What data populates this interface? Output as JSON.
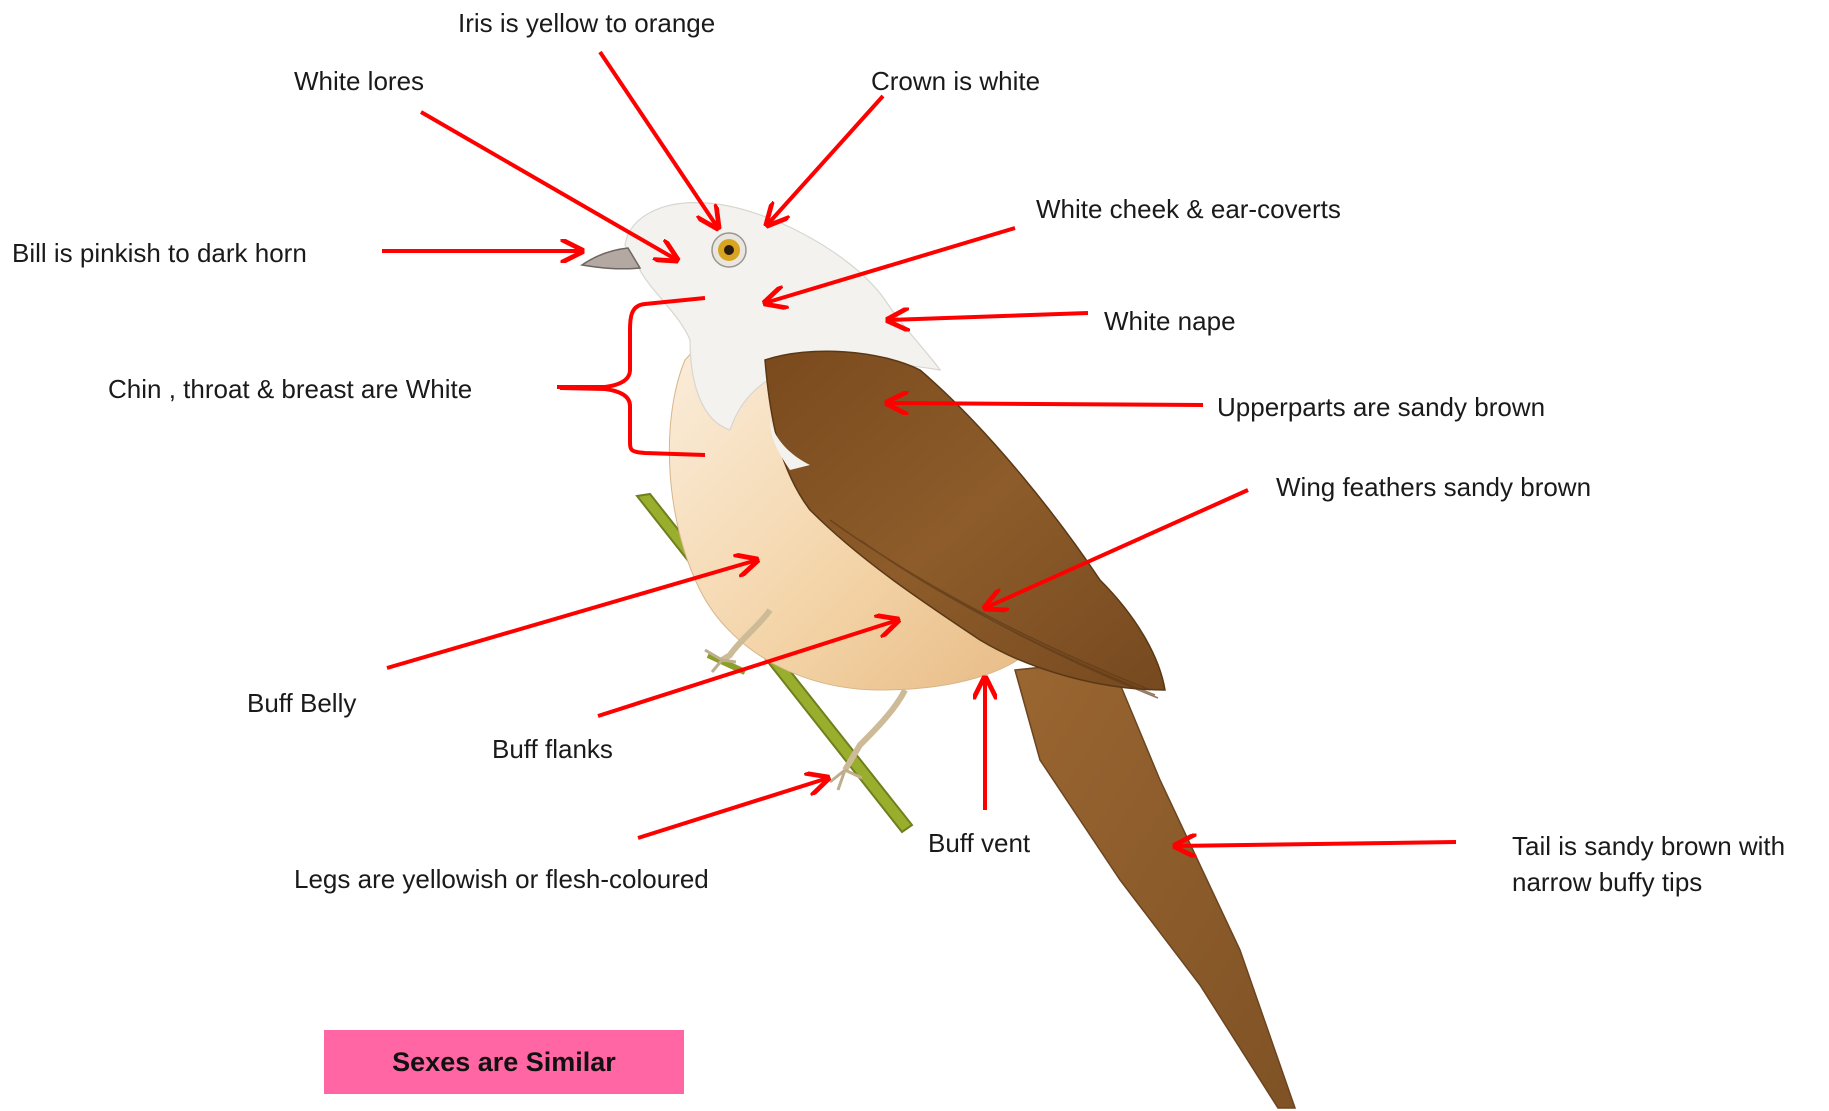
{
  "labels": {
    "iris": "Iris is yellow to orange",
    "lores": "White lores",
    "crown": "Crown is white",
    "cheek": "White cheek & ear-coverts",
    "bill": "Bill is pinkish to dark horn",
    "nape": "White nape",
    "chin": "Chin , throat  & breast  are White",
    "upperparts": "Upperparts are sandy brown",
    "wing": "Wing feathers sandy brown",
    "belly": "Buff Belly",
    "flanks": "Buff flanks",
    "vent": "Buff vent",
    "legs": "Legs are  yellowish or flesh-coloured",
    "tail": "Tail is sandy brown with narrow buffy tips"
  },
  "note": "Sexes are Similar",
  "colors": {
    "arrow": "#ff0000",
    "note_bg": "#ff66a3",
    "head_white": "#f2f1ec",
    "breast_buff": "#f6dcb6",
    "upperparts_brown": "#8b5a26",
    "tail_brown": "#95612e",
    "iris": "#d9a520",
    "perch_green": "#9aae2e"
  }
}
